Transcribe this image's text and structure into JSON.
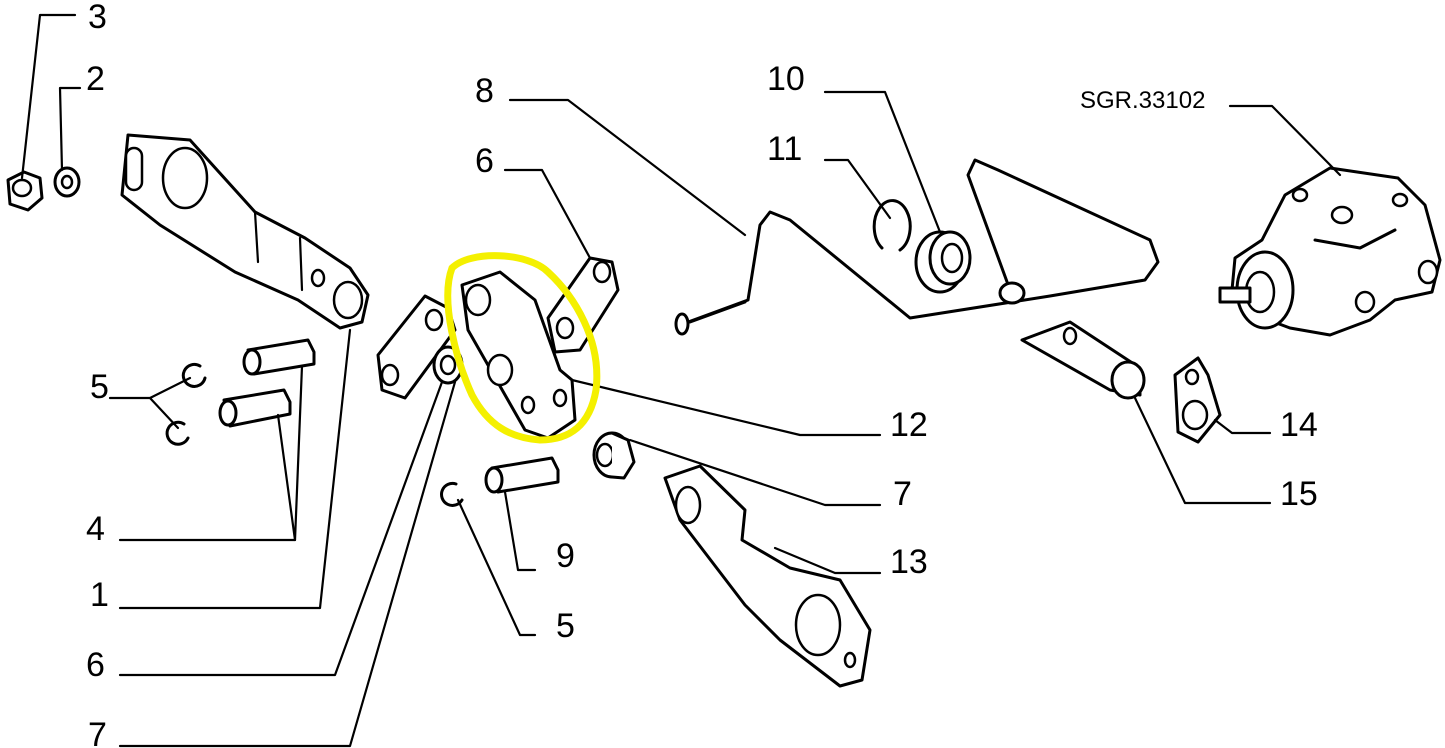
{
  "diagram": {
    "reference_code": "SGR.33102",
    "highlight_color": "#f4f000",
    "callouts": {
      "c1": "1",
      "c2": "2",
      "c3": "3",
      "c4": "4",
      "c5a": "5",
      "c5b": "5",
      "c6a": "6",
      "c6b": "6",
      "c7a": "7",
      "c7b": "7",
      "c8": "8",
      "c9": "9",
      "c10": "10",
      "c11": "11",
      "c12": "12",
      "c13": "13",
      "c14": "14",
      "c15": "15"
    }
  }
}
